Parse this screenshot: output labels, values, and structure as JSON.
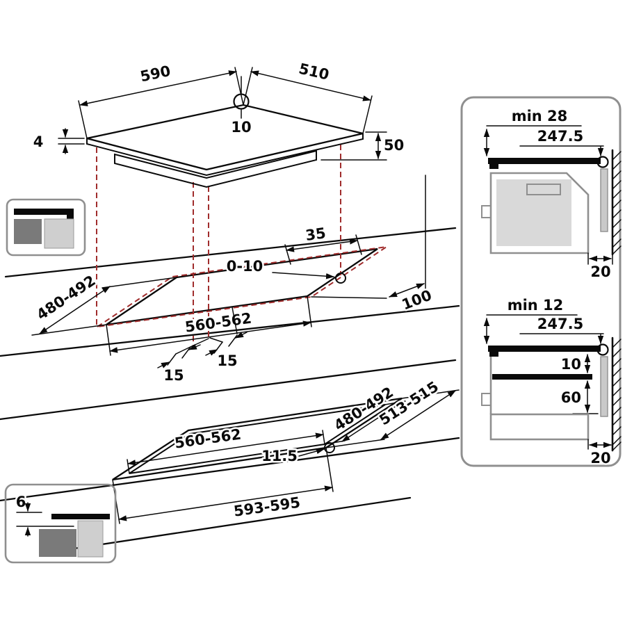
{
  "colors": {
    "line": "#0a0a0a",
    "guide_dashed": "#a02c2c",
    "panel_border": "#9a9a9a",
    "cabinet_outline": "#8f8f8f",
    "fill_dark_gray": "#7a7a7a",
    "fill_light_gray": "#cfcfcf",
    "fill_cabinet": "#ededed"
  },
  "hob": {
    "width": "590",
    "depth": "510",
    "hole_offset": "10",
    "glass_thickness": "4",
    "body_height": "50"
  },
  "upper_cutout": {
    "hole_to_edge": "35",
    "edge_gap": "0-10",
    "depth": "480-492",
    "width": "560-562",
    "rear_clearance": "100",
    "margin_left": "15",
    "margin_right": "15"
  },
  "flush_cutout": {
    "outer_depth": "513-515",
    "inner_depth": "480-492",
    "inner_width": "560-562",
    "ledge_width": "11.5",
    "outer_width": "593-595",
    "ledge_depth": "6"
  },
  "panel": {
    "standard": {
      "min_clearance": "min 28",
      "bracket_depth": "247.5",
      "wall_gap": "20"
    },
    "flush": {
      "min_clearance": "min 12",
      "bracket_depth": "247.5",
      "shelf_gap": "10",
      "shelf_offset": "60",
      "wall_gap": "20"
    }
  }
}
